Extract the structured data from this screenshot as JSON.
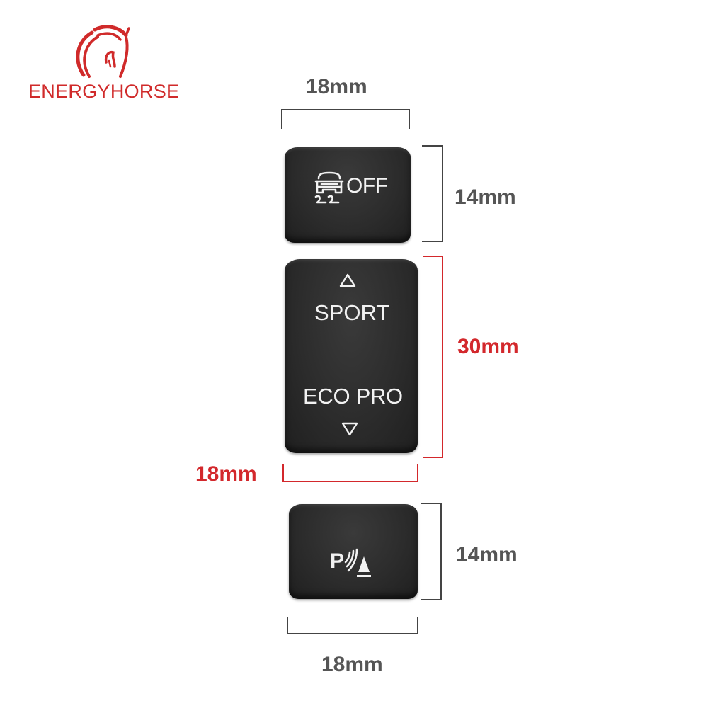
{
  "brand": {
    "name": "ENERGYHORSE",
    "logo_icon": "horse-head-icon",
    "color": "#d02a2a"
  },
  "products": [
    {
      "id": "traction-off-button",
      "icon": "car-skid-icon",
      "label": "OFF",
      "width_label": "18mm",
      "height_label": "14mm"
    },
    {
      "id": "drive-mode-button",
      "icons": [
        "triangle-up-icon",
        "triangle-down-icon"
      ],
      "labels": [
        "SPORT",
        "ECO PRO"
      ],
      "width_label": "18mm",
      "height_label": "30mm",
      "highlight_color": "#d3282c"
    },
    {
      "id": "park-distance-button",
      "icon": "parking-sensor-icon",
      "label": "P",
      "width_label": "18mm",
      "height_label": "14mm"
    }
  ],
  "dimension_colors": {
    "default": "#555555",
    "highlight": "#d3282c"
  }
}
